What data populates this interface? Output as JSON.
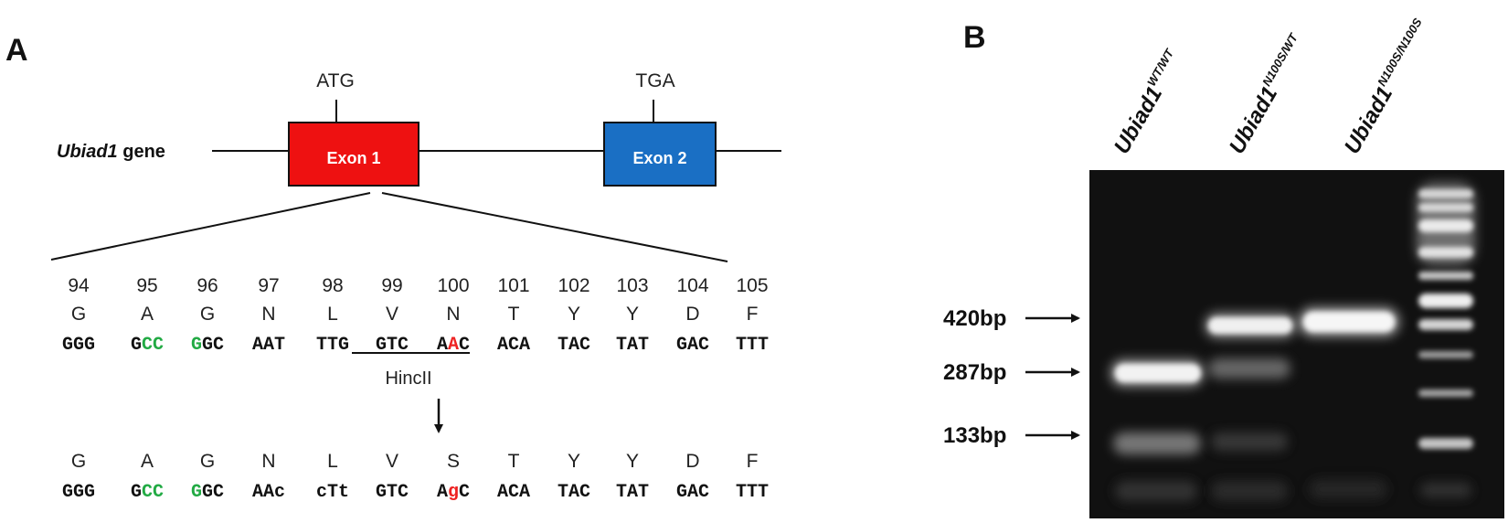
{
  "panel_a": {
    "letter": "A",
    "gene_name": "Ubiad1",
    "gene_suffix": " gene",
    "start_codon": "ATG",
    "stop_codon": "TGA",
    "exon1_label": "Exon 1",
    "exon2_label": "Exon 2",
    "exon1_color": "#ee1111",
    "exon2_color": "#1a6fc4",
    "restriction_site": "HincII",
    "highlight_green": "#22aa44",
    "highlight_red": "#ee2222",
    "positions": [
      "94",
      "95",
      "96",
      "97",
      "98",
      "99",
      "100",
      "101",
      "102",
      "103",
      "104",
      "105"
    ],
    "wt_amino_acids": [
      "G",
      "A",
      "G",
      "N",
      "L",
      "V",
      "N",
      "T",
      "Y",
      "Y",
      "D",
      "F"
    ],
    "mut_amino_acids": [
      "G",
      "A",
      "G",
      "N",
      "L",
      "V",
      "S",
      "T",
      "Y",
      "Y",
      "D",
      "F"
    ],
    "wt_codons": [
      [
        {
          "t": "GGG",
          "c": "k"
        }
      ],
      [
        {
          "t": "G",
          "c": "k"
        },
        {
          "t": "CC",
          "c": "g"
        }
      ],
      [
        {
          "t": "G",
          "c": "g"
        },
        {
          "t": "GC",
          "c": "k"
        }
      ],
      [
        {
          "t": "AAT",
          "c": "k"
        }
      ],
      [
        {
          "t": "TTG",
          "c": "k"
        }
      ],
      [
        {
          "t": "GTC",
          "c": "k"
        }
      ],
      [
        {
          "t": "A",
          "c": "k"
        },
        {
          "t": "A",
          "c": "r"
        },
        {
          "t": "C",
          "c": "k"
        }
      ],
      [
        {
          "t": "ACA",
          "c": "k"
        }
      ],
      [
        {
          "t": "TAC",
          "c": "k"
        }
      ],
      [
        {
          "t": "TAT",
          "c": "k"
        }
      ],
      [
        {
          "t": "GAC",
          "c": "k"
        }
      ],
      [
        {
          "t": "TTT",
          "c": "k"
        }
      ]
    ],
    "mut_codons": [
      [
        {
          "t": "GGG",
          "c": "k"
        }
      ],
      [
        {
          "t": "G",
          "c": "k"
        },
        {
          "t": "CC",
          "c": "g"
        }
      ],
      [
        {
          "t": "G",
          "c": "g"
        },
        {
          "t": "GC",
          "c": "k"
        }
      ],
      [
        {
          "t": "AAc",
          "c": "k"
        }
      ],
      [
        {
          "t": "cTt",
          "c": "k"
        }
      ],
      [
        {
          "t": "GTC",
          "c": "k"
        }
      ],
      [
        {
          "t": "A",
          "c": "k"
        },
        {
          "t": "g",
          "c": "r"
        },
        {
          "t": "C",
          "c": "k"
        }
      ],
      [
        {
          "t": "ACA",
          "c": "k"
        }
      ],
      [
        {
          "t": "TAC",
          "c": "k"
        }
      ],
      [
        {
          "t": "TAT",
          "c": "k"
        }
      ],
      [
        {
          "t": "GAC",
          "c": "k"
        }
      ],
      [
        {
          "t": "TTT",
          "c": "k"
        }
      ]
    ]
  },
  "panel_b": {
    "letter": "B",
    "lanes": [
      {
        "name": "Ubiad1",
        "genotype": "WT/WT"
      },
      {
        "name": "Ubiad1",
        "genotype": "N100S/WT"
      },
      {
        "name": "Ubiad1",
        "genotype": "N100S/N100S"
      }
    ],
    "size_markers": [
      "420bp",
      "287bp",
      "133bp"
    ]
  }
}
